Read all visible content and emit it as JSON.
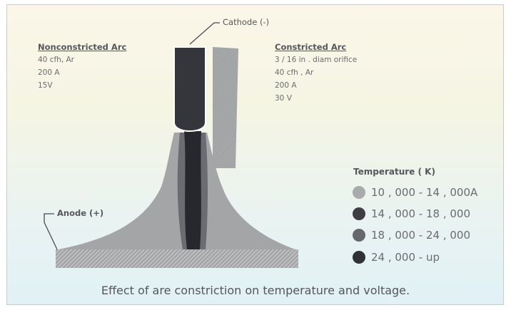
{
  "labels": {
    "cathode": "Cathode (-)",
    "anode": "Anode (+)"
  },
  "nonconstricted": {
    "heading": "Nonconstricted Arc",
    "specs": [
      "40 cfh, Ar",
      "200 A",
      "15V"
    ]
  },
  "constricted": {
    "heading": "Constricted Arc",
    "specs": [
      "3 / 16 in . diam orifice",
      "40 cfh , Ar",
      "200 A",
      "30 V"
    ]
  },
  "legend": {
    "title": "Temperature ( K)",
    "items": [
      {
        "label": "10 , 000 - 14 , 000A",
        "color": "#a8aaac"
      },
      {
        "label": "14 , 000 - 18 , 000",
        "color": "#3c3e44"
      },
      {
        "label": "18 , 000 - 24 , 000",
        "color": "#66686e"
      },
      {
        "label": "24 , 000 - up",
        "color": "#2f3137"
      }
    ]
  },
  "caption": "Effect of are constriction on temperature and voltage.",
  "colors": {
    "outer_plume": "#a3a5a6",
    "cathode": "#34363b",
    "core": "#26282d",
    "mid_zone": "#5d5f64",
    "nozzle": "#9c9e9f",
    "anode_plate": "#9ea0a2"
  }
}
